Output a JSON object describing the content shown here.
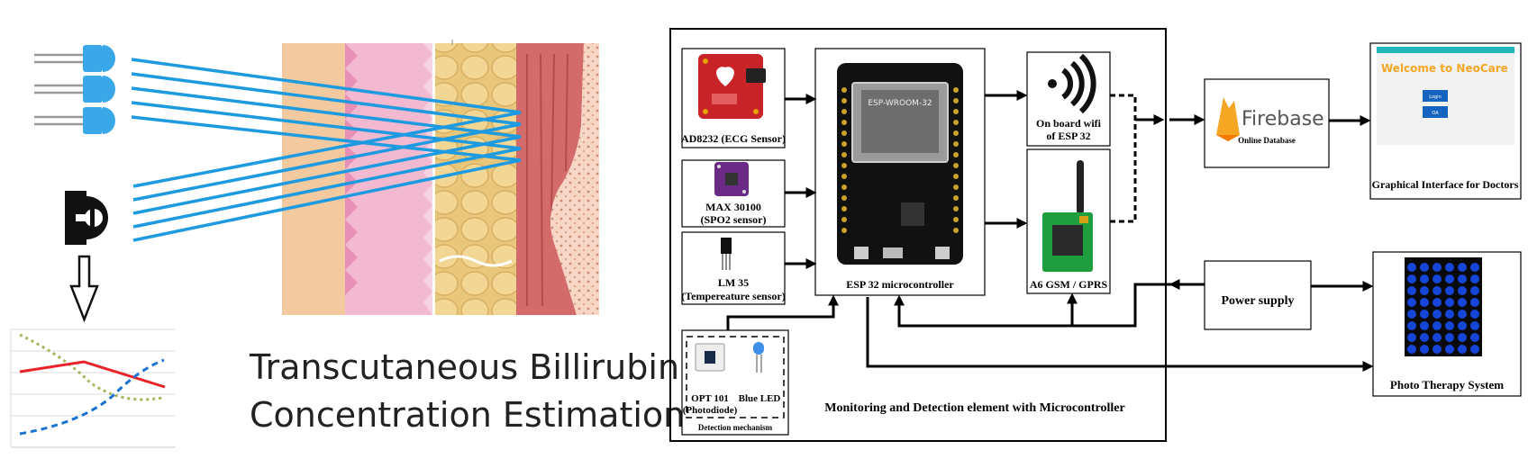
{
  "left_panel": {
    "title_line1": "Transcutaneous Billirubin",
    "title_line2": "Concentration Estimation"
  },
  "blocks": {
    "ecg": "AD8232 (ECG Sensor)",
    "spo2_line1": "MAX 30100",
    "spo2_line2": "(SPO2 sensor)",
    "temp_line1": "LM 35",
    "temp_line2": "(Tempereature sensor)",
    "opt_line1": "OPT 101",
    "opt_line2": "(Photodiode)",
    "blue_led": "Blue LED",
    "detection": "Detection mechanism",
    "esp32": "ESP 32 microcontroller",
    "chip_label": "ESP-WROOM-32",
    "wifi_line1": "On board wifi",
    "wifi_line2": "of ESP 32",
    "gsm": "A6 GSM / GPRS",
    "main_caption": "Monitoring and Detection element with Microcontroller",
    "firebase": "Firebase",
    "firebase_sub": "Online Database",
    "app_title": "Welcome to NeoCare",
    "app_btn1": "Login",
    "app_btn2": "OA",
    "app_caption": "Graphical Interface for Doctors",
    "power": "Power supply",
    "photo": "Photo Therapy System"
  },
  "colors": {
    "light_ray": "#1e9be0",
    "led_blue": "#3aa8e8",
    "grid_blue": "#1546d8",
    "firebase_orange": "#f5a623",
    "app_bar": "#1fb7b7",
    "app_title": "#f5a623",
    "app_button": "#1565c0",
    "sensor_red": "#c9232a",
    "sensor_purple": "#6b2a86"
  }
}
